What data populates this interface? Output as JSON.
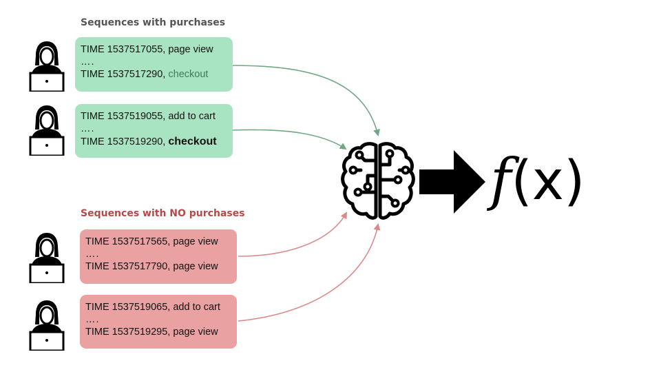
{
  "groups": {
    "purchases": {
      "heading": "Sequences with purchases",
      "sequences": [
        {
          "first": "TIME 1537517055, page view",
          "ellipsis": "….",
          "last_prefix": "TIME 1537517290, ",
          "last_event": "checkout"
        },
        {
          "first": "TIME 1537519055, add to cart",
          "ellipsis": "….",
          "last_prefix": "TIME 1537519290, ",
          "last_event": "checkout"
        }
      ]
    },
    "no_purchases": {
      "heading": "Sequences with NO purchases",
      "sequences": [
        {
          "first": "TIME 1537517565, page view",
          "ellipsis": "….",
          "last": "TIME 1537517790, page view"
        },
        {
          "first": "TIME 1537519065, add to cart",
          "ellipsis": "….",
          "last": "TIME 1537519295, page view"
        }
      ]
    }
  },
  "function_label": {
    "f": "f",
    "arg": "(x)"
  },
  "colors": {
    "positive_box": "#a8e4c1",
    "negative_box": "#eaa1a2",
    "positive_arrow": "#6fa882",
    "negative_arrow": "#d98a8a",
    "heading_negative": "#b34a4a"
  },
  "icons": {
    "user": "user-at-laptop-icon",
    "model": "ai-brain-icon",
    "arrow": "right-arrow-icon"
  }
}
